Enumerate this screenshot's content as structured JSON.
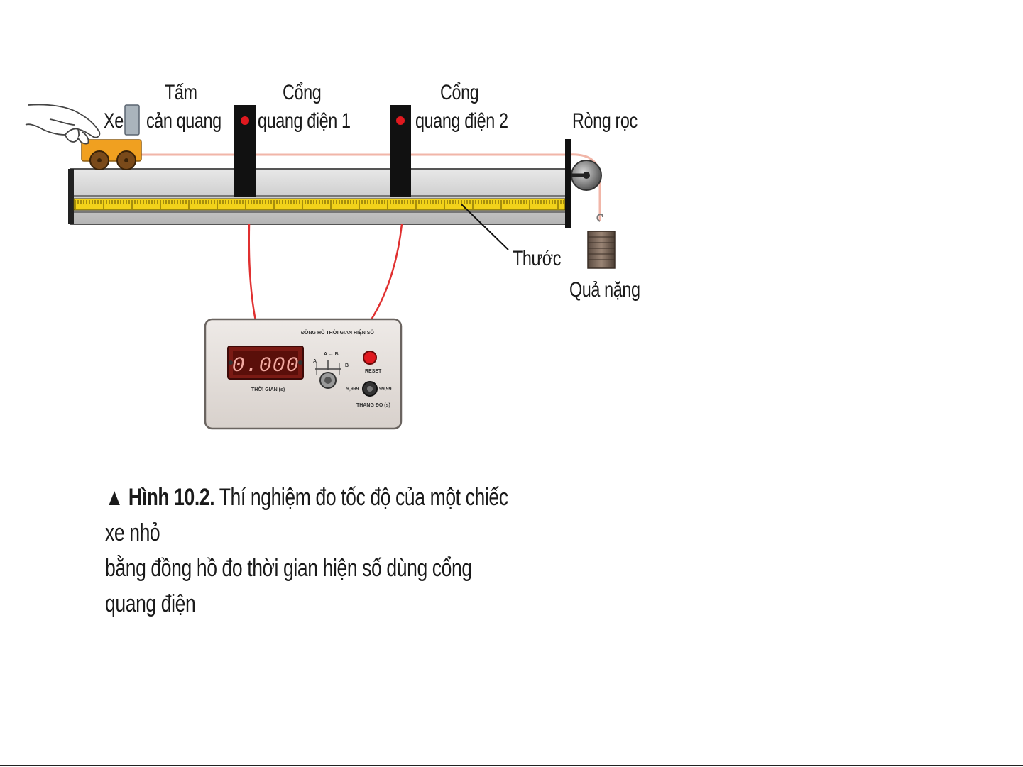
{
  "labels": {
    "xe": "Xe",
    "tam_line1": "Tấm",
    "tam_line2": "cản quang",
    "cong1_line1": "Cổng",
    "cong1_line2": "quang điện 1",
    "cong2_line1": "Cổng",
    "cong2_line2": "quang điện 2",
    "rong_roc": "Ròng rọc",
    "thuoc": "Thước",
    "qua_nang": "Quả nặng"
  },
  "timer": {
    "title": "ĐỒNG HỒ THỜI GIAN HIỆN SỐ",
    "display": "0.000",
    "display_label": "THỜI GIAN (s)",
    "mode_a_b": "A ↔ B",
    "mode_a": "A",
    "mode_b": "B",
    "reset": "RESET",
    "scale_label": "THANG ĐO (s)",
    "scale_left": "9,999",
    "scale_right": "99,99"
  },
  "caption": {
    "marker": "▲",
    "figure": "Hình 10.2.",
    "text_line1": "Thí nghiệm đo tốc độ của một chiếc xe nhỏ",
    "text_line2": "bằng đồng hồ đo thời gian hiện số dùng cổng quang điện"
  },
  "colors": {
    "track": "#c9c9c9",
    "gate": "#111111",
    "gate_led": "#e0191f",
    "cart": "#f0a020",
    "wire": "#e03030",
    "thread": "#f1b6a8",
    "timer_panel": "#e6e0dc",
    "display_bg": "#7a1a14",
    "ruler": "#f2d21a"
  }
}
